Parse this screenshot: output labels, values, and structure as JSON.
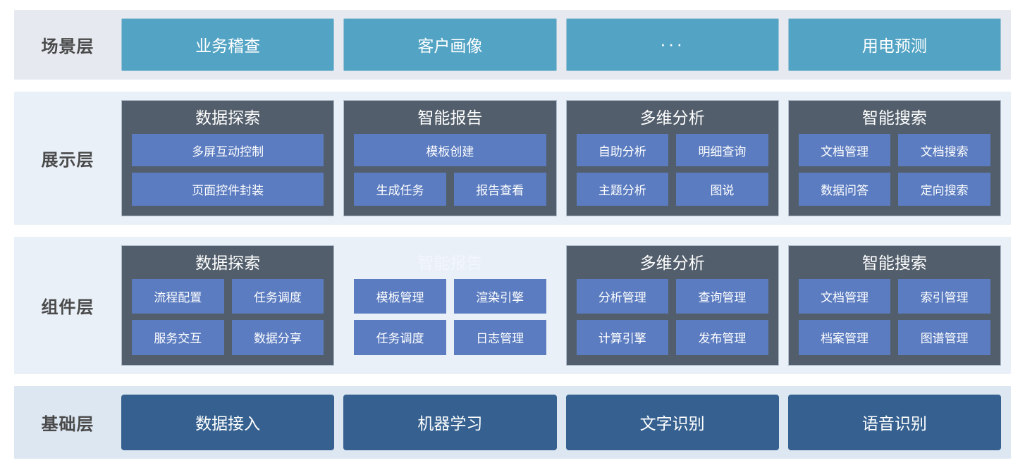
{
  "colors": {
    "band_scene": "#e6eaf0",
    "band_present": "#e9f0f8",
    "band_component": "#e9f0f8",
    "band_base": "#dde7f2",
    "scene_bar": "#52a3c4",
    "base_bar": "#35608f",
    "card_bg": "#525e6b",
    "chip_bg": "#5b7cc0",
    "label_text": "#4a4a4a",
    "bar_text": "#ffffff"
  },
  "rows": [
    {
      "id": "scene-layer",
      "label": "场景层",
      "style": "flat-teal",
      "items": [
        {
          "label": "业务稽查"
        },
        {
          "label": "客户画像"
        },
        {
          "label": "···",
          "is_ellipsis": true
        },
        {
          "label": "用电预测"
        }
      ]
    },
    {
      "id": "presentation-layer",
      "label": "展示层",
      "style": "card",
      "items": [
        {
          "title": "数据探索",
          "ghost": false,
          "chip_rows": [
            [
              "多屏互动控制"
            ],
            [
              "页面控件封装"
            ]
          ]
        },
        {
          "title": "智能报告",
          "ghost": false,
          "chip_rows": [
            [
              "模板创建"
            ],
            [
              "生成任务",
              "报告查看"
            ]
          ]
        },
        {
          "title": "多维分析",
          "ghost": false,
          "chip_rows": [
            [
              "自助分析",
              "明细查询"
            ],
            [
              "主题分析",
              "图说"
            ]
          ]
        },
        {
          "title": "智能搜索",
          "ghost": false,
          "chip_rows": [
            [
              "文档管理",
              "文档搜索"
            ],
            [
              "数据问答",
              "定向搜索"
            ]
          ]
        }
      ]
    },
    {
      "id": "component-layer",
      "label": "组件层",
      "style": "card",
      "items": [
        {
          "title": "数据探索",
          "ghost": false,
          "chip_rows": [
            [
              "流程配置",
              "任务调度"
            ],
            [
              "服务交互",
              "数据分享"
            ]
          ]
        },
        {
          "title": "智能报告",
          "ghost": true,
          "chip_rows": [
            [
              "模板管理",
              "渲染引擎"
            ],
            [
              "任务调度",
              "日志管理"
            ]
          ]
        },
        {
          "title": "多维分析",
          "ghost": false,
          "chip_rows": [
            [
              "分析管理",
              "查询管理"
            ],
            [
              "计算引擎",
              "发布管理"
            ]
          ]
        },
        {
          "title": "智能搜索",
          "ghost": false,
          "chip_rows": [
            [
              "文档管理",
              "索引管理"
            ],
            [
              "档案管理",
              "图谱管理"
            ]
          ]
        }
      ]
    },
    {
      "id": "base-layer",
      "label": "基础层",
      "style": "flat-navy",
      "items": [
        {
          "label": "数据接入"
        },
        {
          "label": "机器学习"
        },
        {
          "label": "文字识别"
        },
        {
          "label": "语音识别"
        }
      ]
    }
  ]
}
